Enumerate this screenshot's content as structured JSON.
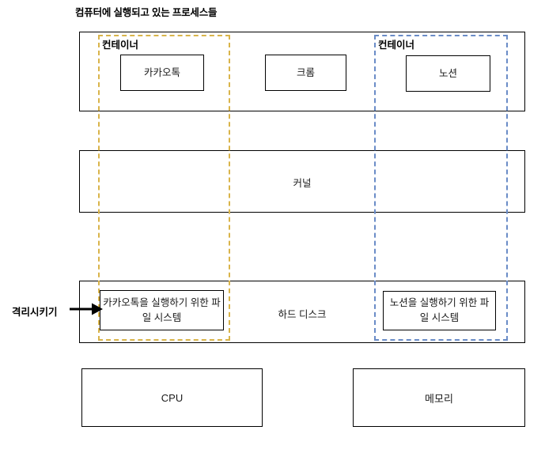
{
  "diagram": {
    "title": "컴퓨터에 실행되고 있는 프로세스들",
    "colors": {
      "container_left_border": "#d9b44a",
      "container_right_border": "#6a8cc7",
      "box_border": "#000000",
      "background": "#ffffff",
      "text": "#1a1a1a"
    },
    "containers": [
      {
        "caption": "컨테이너",
        "color": "#d9b44a",
        "side": "left"
      },
      {
        "caption": "컨테이너",
        "color": "#6a8cc7",
        "side": "right"
      }
    ],
    "process_layer": {
      "processes": [
        {
          "label": "카카오톡"
        },
        {
          "label": "크롬"
        },
        {
          "label": "노션"
        }
      ]
    },
    "kernel_layer": {
      "label": "커널"
    },
    "disk_layer": {
      "label": "하드 디스크",
      "filesystems": [
        {
          "label": "카카오톡을 실행하기 위한 파일 시스템"
        },
        {
          "label": "노션을 실행하기 위한 파일 시스템"
        }
      ]
    },
    "annotation": {
      "label": "격리시키기",
      "arrow": "right-arrow-icon"
    },
    "hardware_layer": {
      "components": [
        {
          "label": "CPU"
        },
        {
          "label": "메모리"
        }
      ]
    }
  }
}
